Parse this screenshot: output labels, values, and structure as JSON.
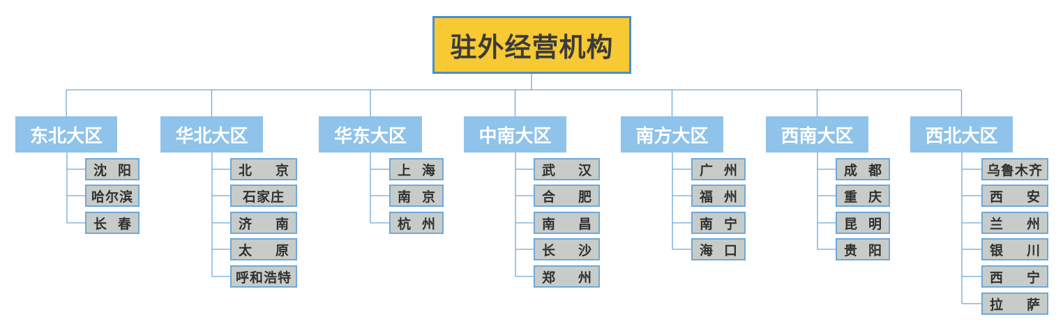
{
  "root": {
    "title": "驻外经营机构"
  },
  "regions": [
    {
      "name": "东北大区",
      "cities": [
        "沈阳",
        "哈尔滨",
        "长春"
      ]
    },
    {
      "name": "华北大区",
      "cities": [
        "北京",
        "石家庄",
        "济南",
        "太原",
        "呼和浩特"
      ]
    },
    {
      "name": "华东大区",
      "cities": [
        "上海",
        "南京",
        "杭州"
      ]
    },
    {
      "name": "中南大区",
      "cities": [
        "武汉",
        "合肥",
        "南昌",
        "长沙",
        "郑州"
      ]
    },
    {
      "name": "南方大区",
      "cities": [
        "广州",
        "福州",
        "南宁",
        "海口"
      ]
    },
    {
      "name": "西南大区",
      "cities": [
        "成都",
        "重庆",
        "昆明",
        "贵阳"
      ]
    },
    {
      "name": "西北大区",
      "cities": [
        "乌鲁木齐",
        "西安",
        "兰州",
        "银川",
        "西宁",
        "拉萨"
      ]
    }
  ],
  "colors": {
    "root_fill": "#f7c933",
    "root_border": "#4a8ecc",
    "region_fill": "#8fc3ea",
    "city_fill": "#c8ccc9",
    "line": "#6da8d8"
  }
}
